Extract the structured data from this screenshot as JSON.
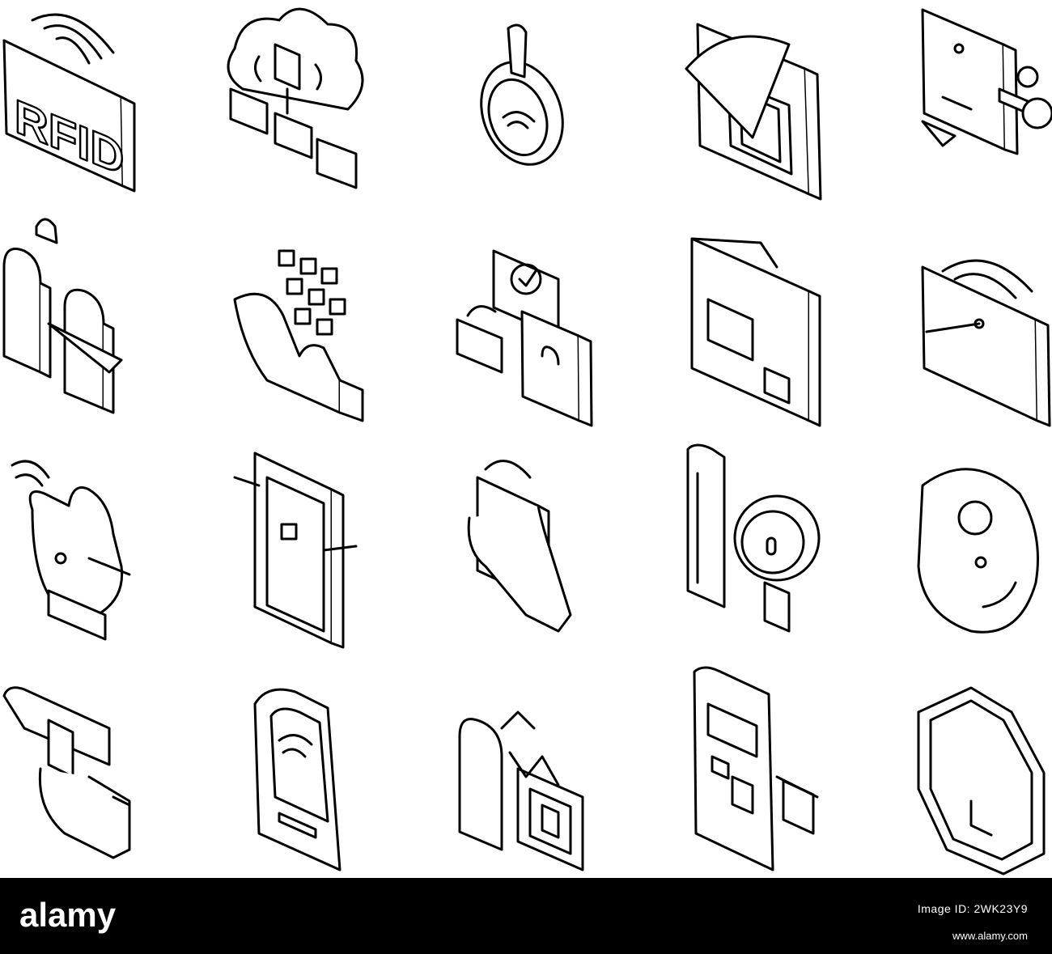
{
  "icons": [
    {
      "name": "rfid-card-icon",
      "text": "RFID"
    },
    {
      "name": "cloud-server-network-icon"
    },
    {
      "name": "rfid-keyfob-tag-icon"
    },
    {
      "name": "rfid-antenna-label-icon"
    },
    {
      "name": "rfid-reader-key-icon"
    },
    {
      "name": "security-gate-alarm-icon"
    },
    {
      "name": "hand-data-cubes-icon"
    },
    {
      "name": "rfid-lock-verified-icon"
    },
    {
      "name": "rfid-package-box-icon"
    },
    {
      "name": "wireless-tablet-reader-icon"
    },
    {
      "name": "hand-implant-chip-icon"
    },
    {
      "name": "rfid-document-sticker-icon"
    },
    {
      "name": "hand-phone-scan-icon"
    },
    {
      "name": "chip-magnifier-inspect-icon"
    },
    {
      "name": "round-rfid-tag-icon"
    },
    {
      "name": "handheld-scanner-gun-icon"
    },
    {
      "name": "wall-reader-panel-icon"
    },
    {
      "name": "gate-antenna-signal-icon"
    },
    {
      "name": "kiosk-terminal-reader-icon"
    },
    {
      "name": "octagon-inlay-tag-icon"
    }
  ],
  "footer": {
    "logo_text": "alamy",
    "image_id_label": "Image ID: 2WK23Y9",
    "site": "www.alamy.com"
  },
  "colors": {
    "background": "#ffffff",
    "stroke": "#000000",
    "footer": "#000000"
  }
}
